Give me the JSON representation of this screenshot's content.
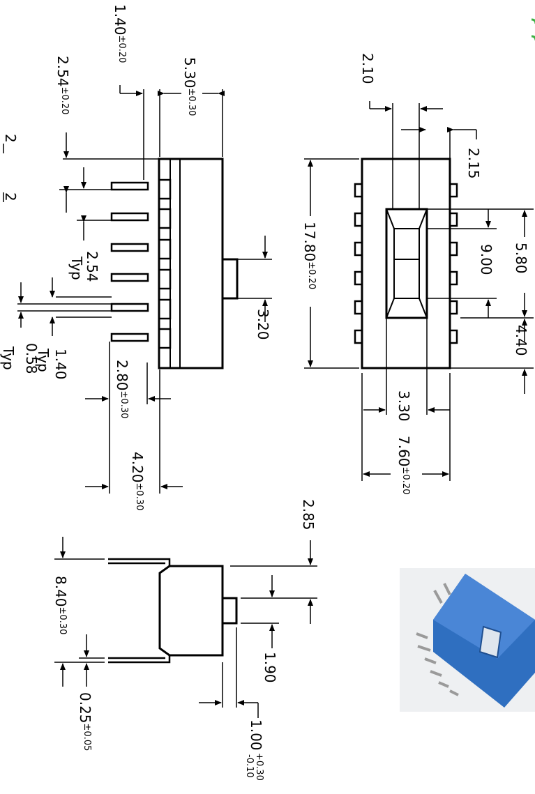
{
  "title": "",
  "dimensions": {
    "d_1_40": "1.40",
    "d_1_40_tol": "±0.20",
    "d_2_54": "2.54",
    "d_2_54_tol": "±0.20",
    "d_5_30": "5.30",
    "d_5_30_tol": "±0.30",
    "d_2_10": "2.10",
    "d_2_15": "2.15",
    "d_17_80": "17.80",
    "d_17_80_tol": "±0.20",
    "d_9_00": "9.00",
    "d_5_80": "5.80",
    "d_4_40": "4.40",
    "d_3_30": "3.30",
    "d_7_60": "7.60",
    "d_7_60_tol": "±0.20",
    "d_2_54_typ": "2.54",
    "typ_1": "Typ",
    "d_3_20": "3.20",
    "d_2_80": "2.80",
    "d_2_80_tol": "±0.30",
    "d_4_20": "4.20",
    "d_4_20_tol": "±0.30",
    "d_1_40b": "1.40",
    "typ_2": "Typ",
    "d_0_58": "0.58",
    "typ_3": "Typ",
    "d_2_85": "2.85",
    "d_8_40": "8.40",
    "d_8_40_tol": "±0.30",
    "d_1_90": "1.90",
    "d_0_25": "0.25",
    "d_0_25_tol": "±0.05",
    "d_1_00": "1.00",
    "d_1_00_tol_up": "+0.30",
    "d_1_00_tol_dn": "-0.10",
    "frac_a": "2",
    "frac_b": "2"
  },
  "colors": {
    "line": "#000000",
    "switch_blue": "#2f6fc0",
    "accent_green": "#3cb043"
  }
}
